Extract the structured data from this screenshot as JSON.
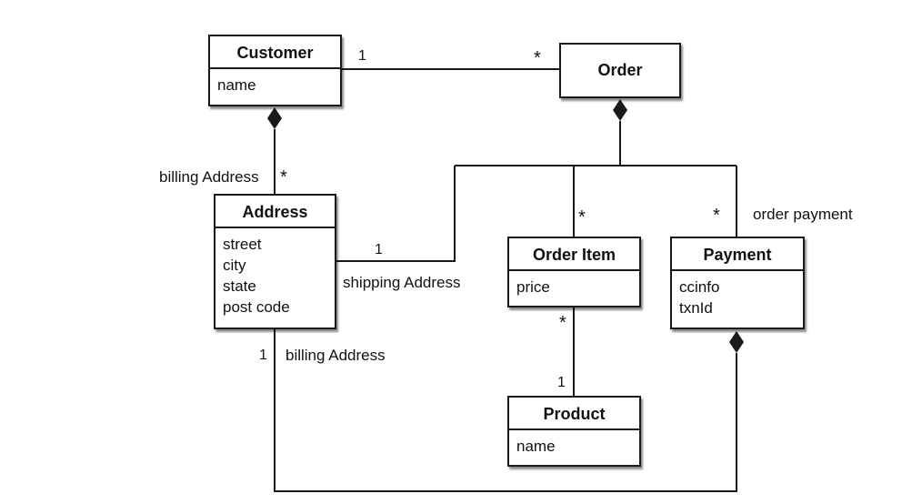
{
  "classes": {
    "customer": {
      "name": "Customer",
      "attributes": [
        "name"
      ]
    },
    "order": {
      "name": "Order",
      "attributes": []
    },
    "address": {
      "name": "Address",
      "attributes": [
        "street",
        "city",
        "state",
        "post code"
      ]
    },
    "order_item": {
      "name": "Order Item",
      "attributes": [
        "price"
      ]
    },
    "payment": {
      "name": "Payment",
      "attributes": [
        "ccinfo",
        "txnId"
      ]
    },
    "product": {
      "name": "Product",
      "attributes": [
        "name"
      ]
    }
  },
  "associations": {
    "customer_order": {
      "from_mult": "1",
      "to_mult": "*"
    },
    "customer_address": {
      "role": "billing Address",
      "mult": "*"
    },
    "order_address": {
      "role": "shipping Address",
      "mult": "1"
    },
    "order_item": {
      "mult": "*"
    },
    "order_payment": {
      "role": "order payment",
      "mult": "*"
    },
    "item_product": {
      "from_mult": "*",
      "to_mult": "1"
    },
    "payment_address": {
      "role": "billing Address",
      "mult": "1"
    }
  },
  "colors": {
    "line": "#1a1a1a",
    "box_bg": "#ffffff",
    "shadow": "#666666"
  }
}
